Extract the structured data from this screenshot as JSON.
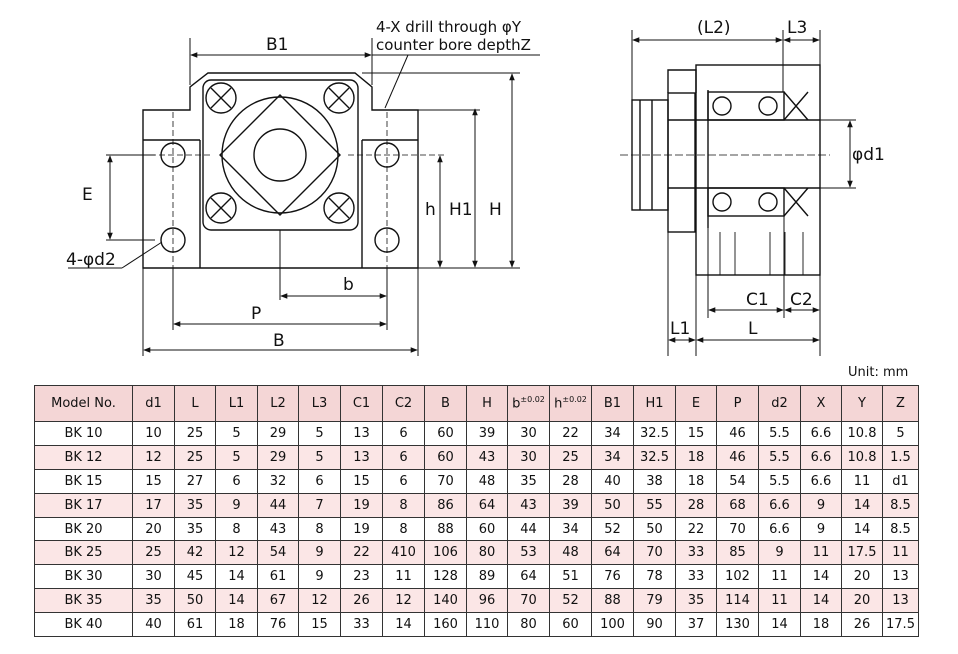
{
  "front_view": {
    "labels": {
      "b1": "B1",
      "e": "E",
      "h_small": "h",
      "h1": "H1",
      "h": "H",
      "b_small": "b",
      "p": "P",
      "b": "B",
      "d2": "4-φd2",
      "note_line1": "4-X drill through φY",
      "note_line2": "counter bore depthZ"
    }
  },
  "side_view": {
    "labels": {
      "l2": "(L2)",
      "l3": "L3",
      "d1": "φd1",
      "c1": "C1",
      "c2": "C2",
      "l1": "L1",
      "l": "L"
    }
  },
  "unit_label": "Unit: mm",
  "table": {
    "headers": [
      "Model No.",
      "d1",
      "L",
      "L1",
      "L2",
      "L3",
      "C1",
      "C2",
      "B",
      "H",
      "b",
      "h",
      "B1",
      "H1",
      "E",
      "P",
      "d2",
      "X",
      "Y",
      "Z"
    ],
    "tolerance_b": "±0.02",
    "tolerance_h": "±0.02",
    "rows": [
      [
        "BK 10",
        "10",
        "25",
        "5",
        "29",
        "5",
        "13",
        "6",
        "60",
        "39",
        "30",
        "22",
        "34",
        "32.5",
        "15",
        "46",
        "5.5",
        "6.6",
        "10.8",
        "5"
      ],
      [
        "BK 12",
        "12",
        "25",
        "5",
        "29",
        "5",
        "13",
        "6",
        "60",
        "43",
        "30",
        "25",
        "34",
        "32.5",
        "18",
        "46",
        "5.5",
        "6.6",
        "10.8",
        "1.5"
      ],
      [
        "BK 15",
        "15",
        "27",
        "6",
        "32",
        "6",
        "15",
        "6",
        "70",
        "48",
        "35",
        "28",
        "40",
        "38",
        "18",
        "54",
        "5.5",
        "6.6",
        "11",
        "d1"
      ],
      [
        "BK 17",
        "17",
        "35",
        "9",
        "44",
        "7",
        "19",
        "8",
        "86",
        "64",
        "43",
        "39",
        "50",
        "55",
        "28",
        "68",
        "6.6",
        "9",
        "14",
        "8.5"
      ],
      [
        "BK 20",
        "20",
        "35",
        "8",
        "43",
        "8",
        "19",
        "8",
        "88",
        "60",
        "44",
        "34",
        "52",
        "50",
        "22",
        "70",
        "6.6",
        "9",
        "14",
        "8.5"
      ],
      [
        "BK 25",
        "25",
        "42",
        "12",
        "54",
        "9",
        "22",
        "410",
        "106",
        "80",
        "53",
        "48",
        "64",
        "70",
        "33",
        "85",
        "9",
        "11",
        "17.5",
        "11"
      ],
      [
        "BK 30",
        "30",
        "45",
        "14",
        "61",
        "9",
        "23",
        "11",
        "128",
        "89",
        "64",
        "51",
        "76",
        "78",
        "33",
        "102",
        "11",
        "14",
        "20",
        "13"
      ],
      [
        "BK 35",
        "35",
        "50",
        "14",
        "67",
        "12",
        "26",
        "12",
        "140",
        "96",
        "70",
        "52",
        "88",
        "79",
        "35",
        "114",
        "11",
        "14",
        "20",
        "13"
      ],
      [
        "BK 40",
        "40",
        "61",
        "18",
        "76",
        "15",
        "33",
        "14",
        "160",
        "110",
        "80",
        "60",
        "100",
        "90",
        "37",
        "130",
        "14",
        "18",
        "26",
        "17.5"
      ]
    ]
  }
}
